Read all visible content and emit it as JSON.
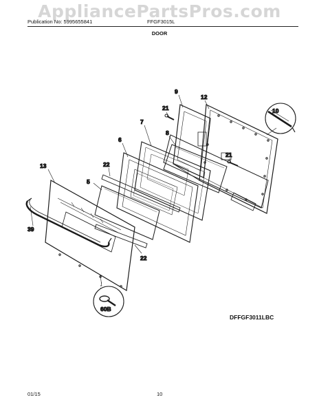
{
  "watermark": "AppliancePartsPros.com",
  "header": {
    "publication": "Publication No: 5995655841",
    "model": "FFGF3015L"
  },
  "section_title": "DOOR",
  "callouts": {
    "c9": "9",
    "c12": "12",
    "c10": "10",
    "c21a": "21",
    "c7": "7",
    "c8": "8",
    "c6": "6",
    "c21b": "21",
    "c22a": "22",
    "c13": "13",
    "c5": "5",
    "c39": "39",
    "c22b": "22",
    "c60b": "60B"
  },
  "diagram_code": "DFFGF3011LBC",
  "footer": {
    "date": "01/15",
    "page": "10"
  }
}
